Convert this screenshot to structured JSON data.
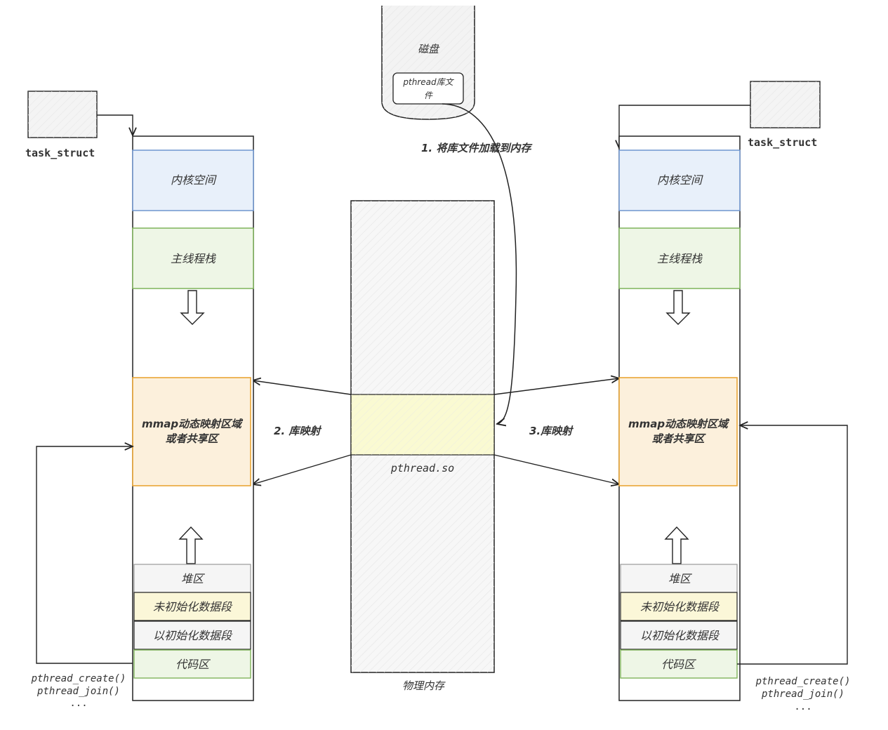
{
  "disk": {
    "label": "磁盘",
    "file_label_line1": "pthread库文",
    "file_label_line2": "件"
  },
  "steps": {
    "load": "1. 将库文件加载到内存",
    "map_left": "2. 库映射",
    "map_right": "3.库映射"
  },
  "physical_memory": {
    "label": "物理内存",
    "lib_label": "pthread.so"
  },
  "left_process": {
    "task_struct_label": "task_struct",
    "kernel_space": "内核空间",
    "main_stack": "主线程栈",
    "mmap_line1": "mmap动态映射区域",
    "mmap_line2": "或者共享区",
    "heap": "堆区",
    "bss": "未初始化数据段",
    "data": "以初始化数据段",
    "code": "代码区",
    "calls": [
      "pthread_create()",
      "pthread_join()",
      "..."
    ]
  },
  "right_process": {
    "task_struct_label": "task_struct",
    "kernel_space": "内核空间",
    "main_stack": "主线程栈",
    "mmap_line1": "mmap动态映射区域",
    "mmap_line2": "或者共享区",
    "heap": "堆区",
    "bss": "未初始化数据段",
    "data": "以初始化数据段",
    "code": "代码区",
    "calls": [
      "pthread_create()",
      "pthread_join()",
      "..."
    ]
  },
  "colors": {
    "kernel_fill": "#e8f0fa",
    "kernel_stroke": "#6f95cf",
    "green_fill": "#eef6e6",
    "green_stroke": "#7fb35a",
    "mmap_fill": "#fcf0dc",
    "mmap_stroke": "#e9a636",
    "bss_fill": "#fbf7d8",
    "lib_fill": "#fafad2",
    "gray_fill": "#f5f5f5"
  }
}
